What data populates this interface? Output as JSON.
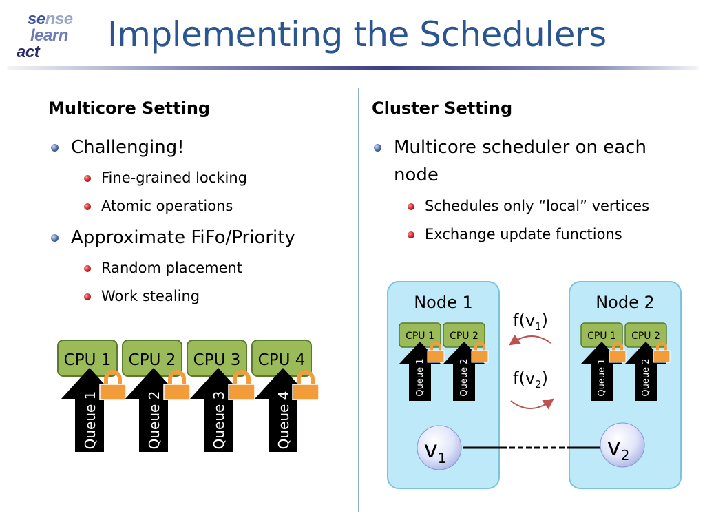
{
  "logo": {
    "line1_a": "se",
    "line1_b": "nse",
    "line2": "learn",
    "line3": "act"
  },
  "title": "Implementing the Schedulers",
  "left": {
    "heading": "Multicore Setting",
    "bullets": [
      {
        "text": "Challenging!",
        "sub": [
          "Fine-grained locking",
          "Atomic operations"
        ]
      },
      {
        "text": "Approximate FiFo/Priority",
        "sub": [
          "Random placement",
          "Work stealing"
        ]
      }
    ],
    "cpus": [
      "CPU 1",
      "CPU 2",
      "CPU 3",
      "CPU 4"
    ],
    "queues": [
      "Queue 1",
      "Queue 2",
      "Queue 3",
      "Queue 4"
    ]
  },
  "right": {
    "heading": "Cluster Setting",
    "bullets": [
      {
        "line1": "Multicore scheduler on each",
        "line2": "node",
        "sub": [
          "Schedules only “local” vertices",
          "Exchange update functions"
        ]
      }
    ],
    "nodes": [
      {
        "label": "Node 1",
        "cpus": [
          "CPU 1",
          "CPU 2"
        ],
        "queues": [
          "Queue 1",
          "Queue 2"
        ],
        "vertex": "v",
        "vertex_sub": "1"
      },
      {
        "label": "Node 2",
        "cpus": [
          "CPU 1",
          "CPU 2"
        ],
        "queues": [
          "Queue 1",
          "Queue 2"
        ],
        "vertex": "v",
        "vertex_sub": "2"
      }
    ],
    "update_functions": [
      {
        "prefix": "f(v",
        "sub": "1",
        "suffix": ")"
      },
      {
        "prefix": "f(v",
        "sub": "2",
        "suffix": ")"
      }
    ]
  },
  "colors": {
    "title": "#2a5590",
    "cpu_fill": "#9bbb59",
    "cpu_border": "#5b7a2e",
    "lock": "#f39c3a",
    "node_fill": "#bde9f8",
    "node_border": "#7cc3de",
    "arrow_red": "#c0504d"
  }
}
